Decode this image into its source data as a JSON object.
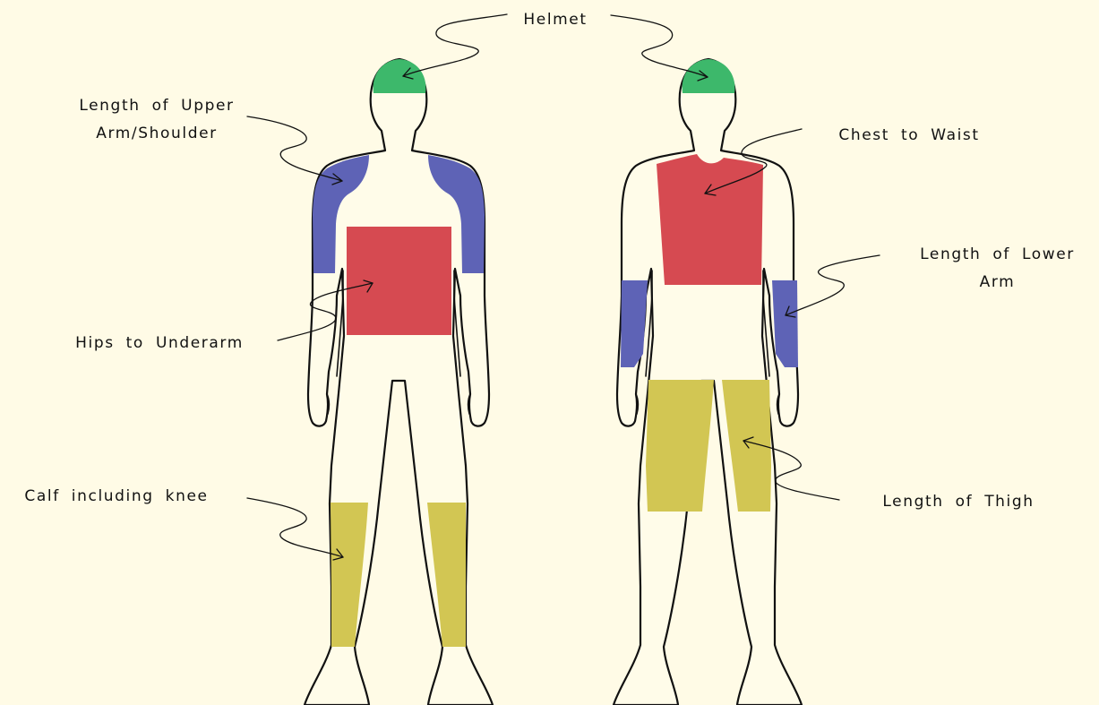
{
  "labels": {
    "helmet": "Helmet",
    "upper_arm_line1": "Length of Upper",
    "upper_arm_line2": "Arm/Shoulder",
    "hips": "Hips to Underarm",
    "calf": "Calf including knee",
    "chest": "Chest to Waist",
    "lower_arm_line1": "Length of Lower",
    "lower_arm_line2": "Arm",
    "thigh": "Length of Thigh"
  },
  "colors": {
    "background": "#fffbe6",
    "helmet": "#3db86b",
    "arm": "#5e63b6",
    "torso": "#d64a51",
    "leg": "#d2c653"
  }
}
